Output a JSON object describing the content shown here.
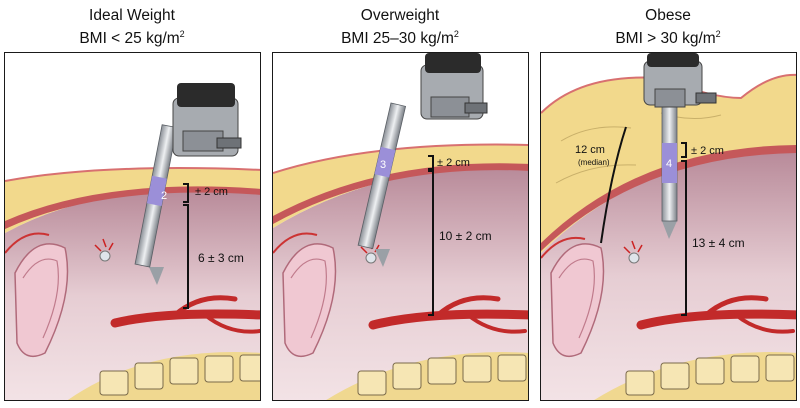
{
  "panels": [
    {
      "title": "Ideal Weight",
      "bmi": "BMI < 25 kg/m",
      "bmi_sup": "2",
      "trocar_number": "2",
      "wall_label": "± 2 cm",
      "depth_label": "6 ± 3 cm",
      "fat_label": "",
      "fat_sub": ""
    },
    {
      "title": "Overweight",
      "bmi": "BMI 25–30 kg/m",
      "bmi_sup": "2",
      "trocar_number": "3",
      "wall_label": "± 2 cm",
      "depth_label": "10 ± 2 cm",
      "fat_label": "",
      "fat_sub": ""
    },
    {
      "title": "Obese",
      "bmi": "BMI > 30 kg/m",
      "bmi_sup": "2",
      "trocar_number": "4",
      "wall_label": "± 2 cm",
      "depth_label": "13 ± 4 cm",
      "fat_label": "12 cm",
      "fat_sub": "(median)"
    }
  ]
}
